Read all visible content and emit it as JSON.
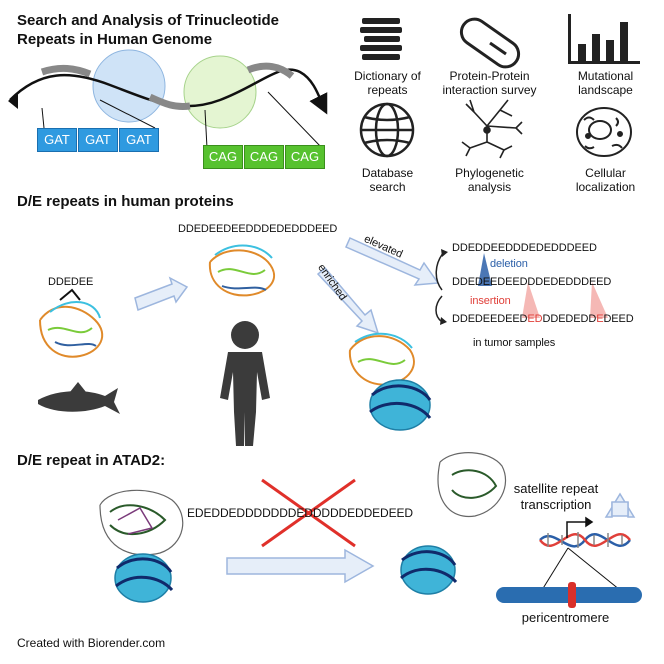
{
  "section1": {
    "title_line1": "Search and Analysis of Trinucleotide",
    "title_line2": "Repeats in Human Genome",
    "gat_boxes": [
      "GAT",
      "GAT",
      "GAT"
    ],
    "cag_boxes": [
      "CAG",
      "CAG",
      "CAG"
    ],
    "features": [
      {
        "line1": "Dictionary of",
        "line2": "repeats",
        "icon": "books-icon"
      },
      {
        "line1": "Protein-Protein",
        "line2": "interaction survey",
        "icon": "capsule-icon"
      },
      {
        "line1": "Mutational",
        "line2": "landscape",
        "icon": "bar-chart-icon"
      },
      {
        "line1": "Database",
        "line2": "search",
        "icon": "globe-icon"
      },
      {
        "line1": "Phylogenetic",
        "line2": "analysis",
        "icon": "phylogenetic-tree-icon"
      },
      {
        "line1": "Cellular",
        "line2": "localization",
        "icon": "cell-icon"
      }
    ]
  },
  "section2": {
    "title": "D/E repeats in human proteins",
    "seq_small": "DDEDEE",
    "seq_top": "DDEDEEDEEDDDEDEDDDEED",
    "label_elevated": "elevated",
    "label_enriched": "enriched",
    "seq1": "DDEDDEEDDDEDEDDDEED",
    "seq2_pre": "DDEDEE",
    "seq2_post": "DEEDDDEDEDDDEED",
    "seq3_pre": "DDEDEEDEED",
    "seq3_hl1": "ED",
    "seq3_mid": "DDEDEDD",
    "seq3_hl2": "E",
    "seq3_post": "DEED",
    "label_deletion": "deletion",
    "label_insertion": "insertion",
    "label_tumor": "in tumor samples"
  },
  "section3": {
    "title": "D/E repeat in ATAD2:",
    "seq": "EDEDDEDDDDDDDEDDDDDEDDEDEED",
    "label_satellite1": "satellite repeat",
    "label_satellite2": "transcription",
    "label_pericentromere": "pericentromere"
  },
  "footer": {
    "credit": "Created with Biorender.com"
  },
  "colors": {
    "gat": "#2f9ae0",
    "cag": "#57c22f",
    "deletion": "#2b5fa8",
    "insertion": "#e0403a",
    "arrow_fill": "#e6eef9",
    "arrow_stroke": "#9db6de",
    "nucleosome": "#3fb4d8",
    "cross": "#e0302a",
    "silhouette": "#3b3b3b"
  }
}
